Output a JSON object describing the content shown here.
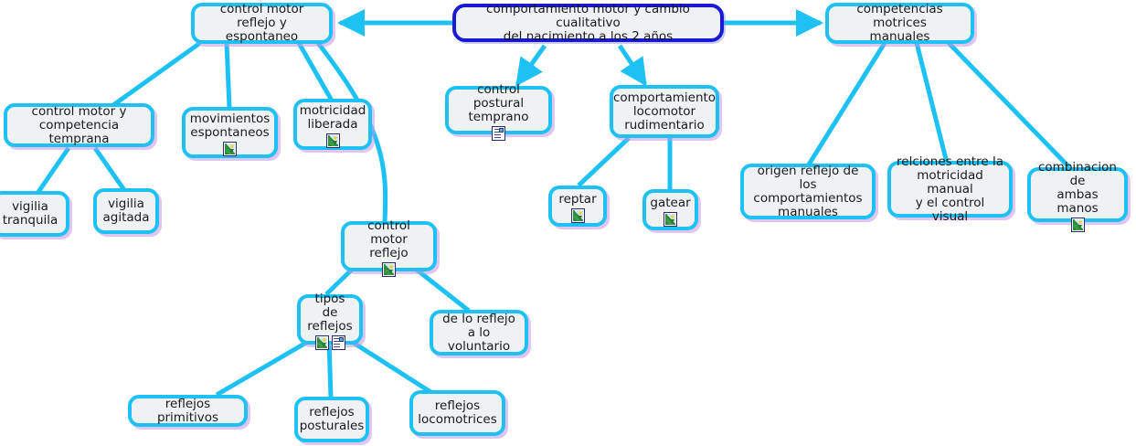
{
  "map": {
    "title": "comportamiento motor y cambio cualitativo del nacimiento a los 2 años",
    "accent_border": "#1ec1f3",
    "root_border": "#1a1ad6",
    "node_fill": "#eef2f3",
    "background": "#ffffff"
  },
  "nodes": [
    {
      "id": "root",
      "label": "comportamiento motor y cambio cualitativo\ndel nacimiento a los 2 años",
      "icons": []
    },
    {
      "id": "control-motor-reflejo-espontaneo",
      "label": "control motor\nreflejo y espontaneo",
      "icons": []
    },
    {
      "id": "competencias-motrices-manuales",
      "label": "competencias motrices\nmanuales",
      "icons": []
    },
    {
      "id": "control-motor-competencia-temprana",
      "label": "control motor y\ncompetencia temprana",
      "icons": []
    },
    {
      "id": "movimientos-espontaneos",
      "label": "movimientos\nespontaneos",
      "icons": [
        "picture-icon"
      ]
    },
    {
      "id": "motricidad-liberada",
      "label": "motricidad\nliberada",
      "icons": [
        "picture-icon"
      ]
    },
    {
      "id": "control-postural-temprano",
      "label": "control postural\ntemprano",
      "icons": [
        "document-icon"
      ]
    },
    {
      "id": "comportamiento-locomotor-rudimentario",
      "label": "comportamiento\nlocomotor\nrudimentario",
      "icons": []
    },
    {
      "id": "vigilia-tranquila",
      "label": "vigilia\ntranquila",
      "icons": []
    },
    {
      "id": "vigilia-agitada",
      "label": "vigilia\nagitada",
      "icons": []
    },
    {
      "id": "reptar",
      "label": "reptar",
      "icons": [
        "picture-icon"
      ]
    },
    {
      "id": "gatear",
      "label": "gatear",
      "icons": [
        "picture-icon"
      ]
    },
    {
      "id": "origen-reflejo-comportamientos-manuales",
      "label": "origen reflejo de los\ncomportamientos\nmanuales",
      "icons": []
    },
    {
      "id": "relciones-motricidad-control-visual",
      "label": "relciones entre la\nmotricidad manual\ny el control visual",
      "icons": []
    },
    {
      "id": "combinacion-ambas-manos",
      "label": "combinacion de\nambas manos",
      "icons": [
        "picture-icon"
      ]
    },
    {
      "id": "control-motor-reflejo",
      "label": "control motor\nreflejo",
      "icons": [
        "picture-icon"
      ]
    },
    {
      "id": "tipos-de-reflejos",
      "label": "tipos de\nreflejos",
      "icons": [
        "picture-icon",
        "document-icon"
      ]
    },
    {
      "id": "de-lo-reflejo-a-lo-voluntario",
      "label": "de lo reflejo\na lo voluntario",
      "icons": []
    },
    {
      "id": "reflejos-primitivos",
      "label": "reflejos primitivos",
      "icons": []
    },
    {
      "id": "reflejos-posturales",
      "label": "reflejos\nposturales",
      "icons": []
    },
    {
      "id": "reflejos-locomotrices",
      "label": "reflejos\nlocomotrices",
      "icons": []
    }
  ]
}
